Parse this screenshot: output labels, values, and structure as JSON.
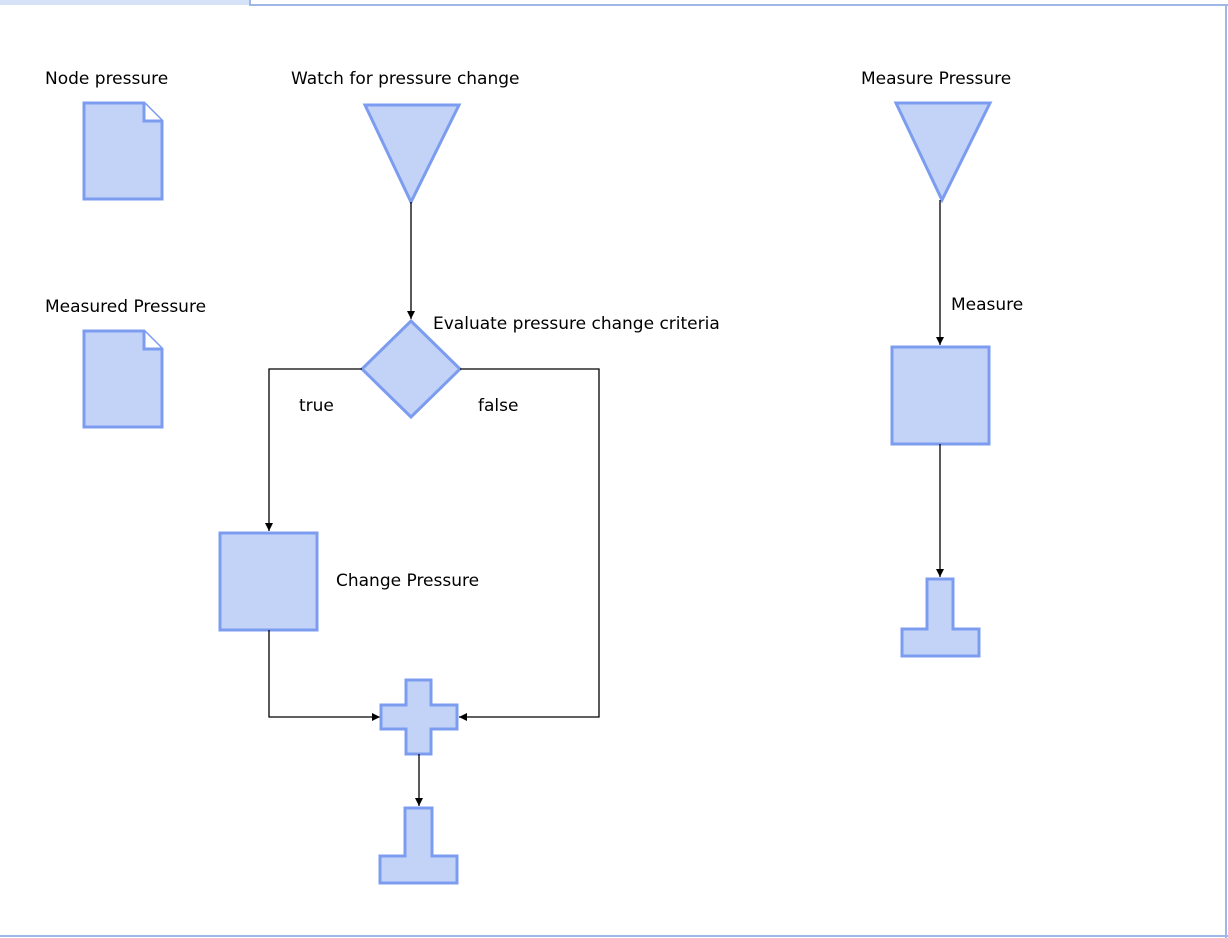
{
  "labels": {
    "node_pressure": "Node pressure",
    "measured_pressure": "Measured Pressure",
    "watch_for_pressure_change": "Watch for pressure change",
    "evaluate_pressure_change_criteria": "Evaluate pressure change criteria",
    "true_branch": "true",
    "false_branch": "false",
    "change_pressure": "Change Pressure",
    "measure_pressure": "Measure Pressure",
    "measure": "Measure"
  },
  "colors": {
    "shape_fill": "#c3d3f7",
    "shape_stroke": "#7c9cf0",
    "frame": "#9fb7e6",
    "connector": "#000000"
  }
}
